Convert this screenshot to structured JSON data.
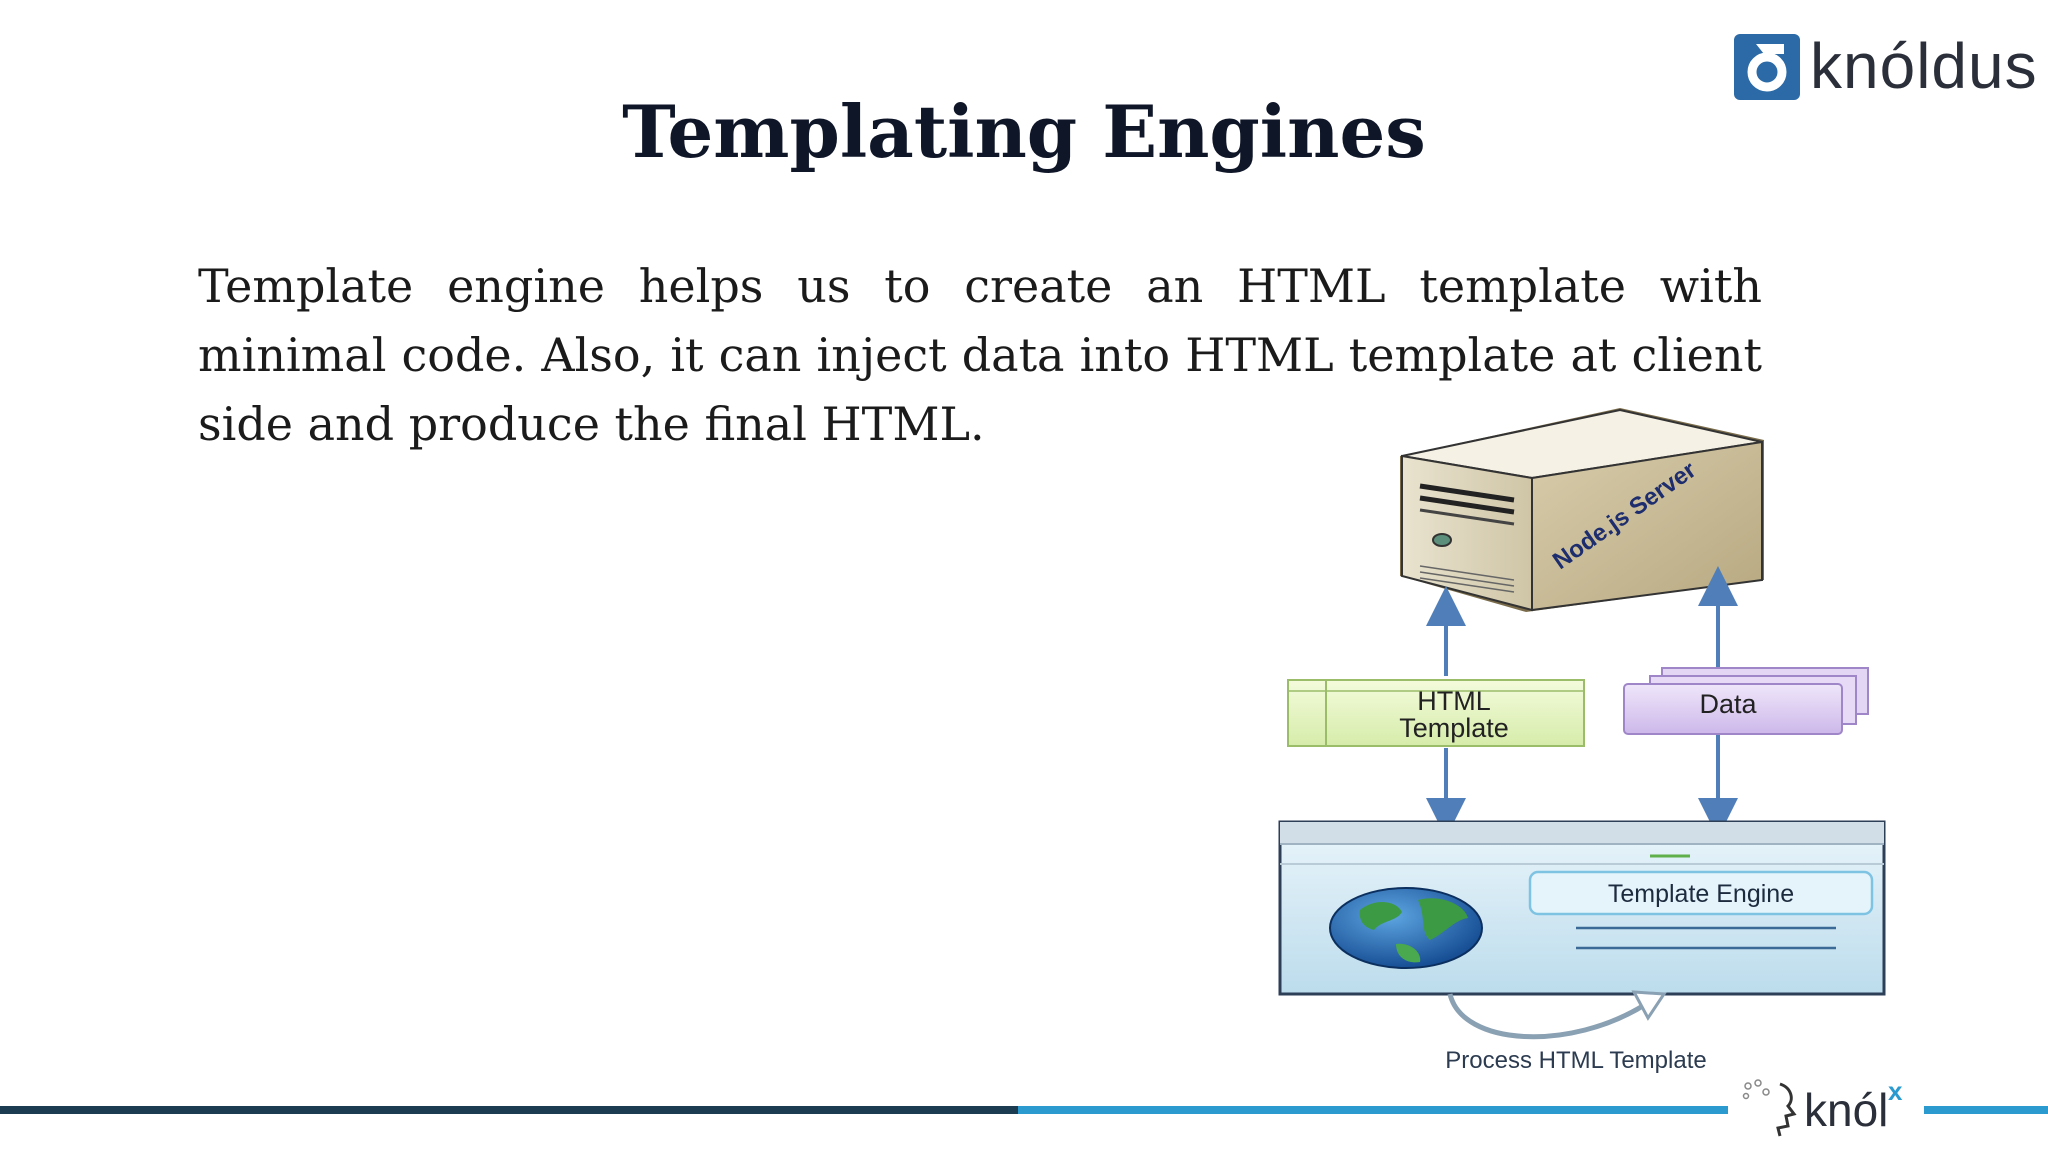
{
  "brand": {
    "name": "knóldus",
    "accent": "#2b6aa6"
  },
  "slide": {
    "title": "Templating Engines",
    "body": "Template engine helps us to create an HTML template with minimal code. Also, it can inject data into HTML template at client side and produce the final HTML."
  },
  "diagram": {
    "server_label": "Node.js Server",
    "html_template_line1": "HTML",
    "html_template_line2": "Template",
    "data_label": "Data",
    "engine_label": "Template Engine",
    "process_label": "Process HTML Template"
  },
  "footer": {
    "knolx_text": "knól",
    "knolx_sup": "x",
    "bar_dark": "#1c3c52",
    "bar_light": "#2b9bcf"
  }
}
